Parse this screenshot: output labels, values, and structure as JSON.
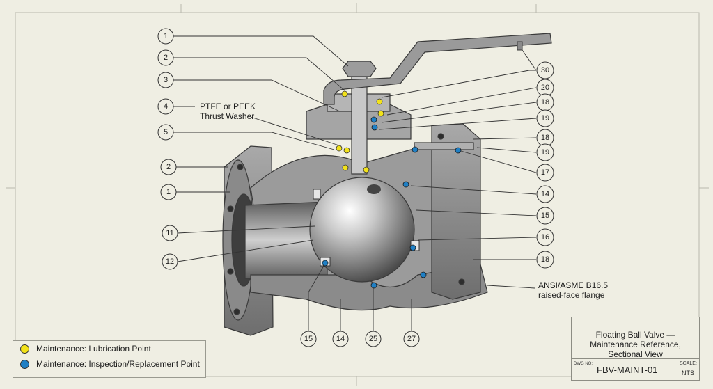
{
  "callouts": {
    "c1a": "1",
    "c2a": "2",
    "c3": "3",
    "c4": "4",
    "c5": "5",
    "c2b": "2",
    "c1b": "1",
    "c11": "11",
    "c12": "12",
    "c15b": "15",
    "c14b": "14",
    "c25": "25",
    "c27": "27",
    "c30": "30",
    "c20": "20",
    "c18a": "18",
    "c19a": "19",
    "c18b": "18",
    "c19b": "19",
    "c17": "17",
    "c14a": "14",
    "c15a": "15",
    "c16": "16",
    "c18c": "18"
  },
  "annotations": {
    "thrust_washer_line1": "PTFE or PEEK",
    "thrust_washer_line2": "Thrust Washer",
    "flange_line1": "ANSI/ASME B16.5",
    "flange_line2": "raised-face flange"
  },
  "legend": {
    "lubrication": "Maintenance: Lubrication Point",
    "inspection": "Maintenance: Inspection/Replacement Point",
    "lubrication_color": "#f2e21a",
    "inspection_color": "#1f7fc4"
  },
  "title_block": {
    "title_line1": "Floating Ball Valve —",
    "title_line2": "Maintenance Reference,",
    "title_line3": "Sectional View",
    "dwg_label": "DWG NO:",
    "dwg_number": "FBV-MAINT-01",
    "scale_label": "SCALE:",
    "scale_value": "NTS"
  }
}
